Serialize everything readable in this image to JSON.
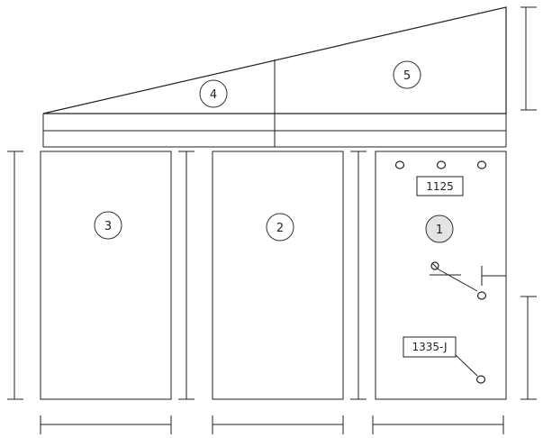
{
  "diagram": {
    "labels": {
      "part_1": "1",
      "part_2": "2",
      "part_3": "3",
      "part_4": "4",
      "part_5": "5"
    },
    "tags": {
      "top_tag": "1125",
      "bottom_tag": "1335-J"
    },
    "colors": {
      "line": "#222222",
      "circle_1_fill": "#e4e4e4",
      "background": "#ffffff"
    }
  }
}
